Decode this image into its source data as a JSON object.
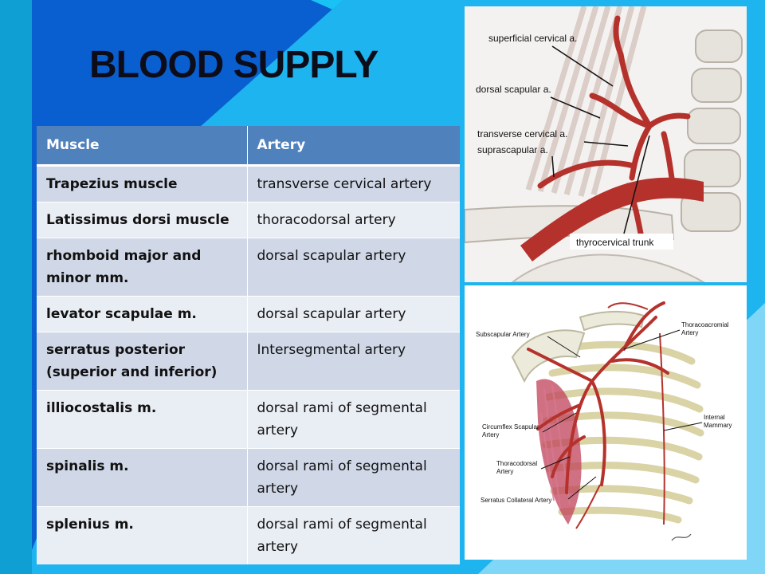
{
  "slide": {
    "title": "BLOOD SUPPLY",
    "colors": {
      "background": "#0a5fd0",
      "accent_light": "#19c2f4",
      "table_header": "#4f81bd",
      "row_odd": "#d0d8e8",
      "row_even": "#e9edf4",
      "artery": "#b5322c"
    }
  },
  "table": {
    "headers": [
      "Muscle",
      "Artery"
    ],
    "rows": [
      {
        "muscle": "Trapezius muscle",
        "artery": "transverse cervical artery"
      },
      {
        "muscle": "Latissimus dorsi muscle",
        "artery": "thoracodorsal artery"
      },
      {
        "muscle": "rhomboid major and minor mm.",
        "artery": "dorsal scapular artery"
      },
      {
        "muscle": "levator scapulae m.",
        "artery": "dorsal scapular artery"
      },
      {
        "muscle": "serratus posterior (superior and inferior)",
        "artery": "Intersegmental artery"
      },
      {
        "muscle": "illiocostalis m.",
        "artery": "dorsal rami of segmental artery"
      },
      {
        "muscle": "spinalis m.",
        "artery": "dorsal rami of segmental artery"
      },
      {
        "muscle": "splenius  m.",
        "artery": "dorsal rami of segmental artery"
      }
    ]
  },
  "figure_top": {
    "labels": {
      "superficial": "superficial cervical a.",
      "dorsal": "dorsal scapular a.",
      "transverse": "transverse cervical a.",
      "suprascapular": "suprascapular a.",
      "trunk": "thyrocervical trunk"
    }
  },
  "figure_bottom": {
    "labels": {
      "subscapular": "Subscapular Artery",
      "thoracoacromial_1": "Thoracoacromial",
      "thoracoacromial_2": "Artery",
      "internal_1": "Internal",
      "internal_2": "Mammary",
      "circumflex_1": "Circumflex Scapular",
      "circumflex_2": "Artery",
      "thoracodorsal_1": "Thoracodorsal",
      "thoracodorsal_2": "Artery",
      "serratus": "Serratus Collateral Artery"
    }
  }
}
